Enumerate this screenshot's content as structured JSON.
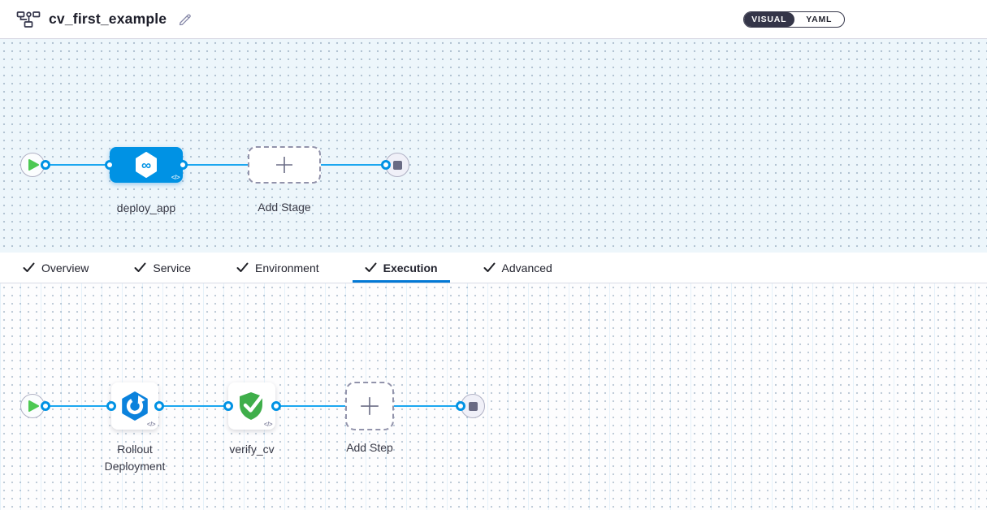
{
  "header": {
    "title": "cv_first_example",
    "view_toggle": {
      "visual_label": "VISUAL",
      "yaml_label": "YAML",
      "selected": "VISUAL"
    }
  },
  "stage_pipeline": {
    "stage": {
      "label": "deploy_app",
      "icon": "cd-hexagon-infinity",
      "color": "#0092e4"
    },
    "add_stage_label": "Add Stage",
    "code_glyph": "</>"
  },
  "tabs": {
    "items": [
      {
        "label": "Overview",
        "checked": true,
        "active": false
      },
      {
        "label": "Service",
        "checked": true,
        "active": false
      },
      {
        "label": "Environment",
        "checked": true,
        "active": false
      },
      {
        "label": "Execution",
        "checked": true,
        "active": true
      },
      {
        "label": "Advanced",
        "checked": true,
        "active": false
      }
    ],
    "active_underline_color": "#0278d5"
  },
  "execution_pipeline": {
    "steps": [
      {
        "label": "Rollout Deployment",
        "icon": "rollout-hexagon-arrow",
        "color": "#0b82dc"
      },
      {
        "label": "verify_cv",
        "icon": "shield-check",
        "color": "#3fae4a"
      }
    ],
    "add_step_label": "Add Step",
    "code_glyph": "</>"
  },
  "colors": {
    "edge_blue": "#1ca7f0",
    "port_ring_blue": "#0092e4",
    "stage_blue": "#0092e4",
    "play_green": "#4dc952",
    "shield_green": "#3fae4a",
    "toggle_dark": "#343548",
    "canvas_tint": "#edf6fb"
  }
}
